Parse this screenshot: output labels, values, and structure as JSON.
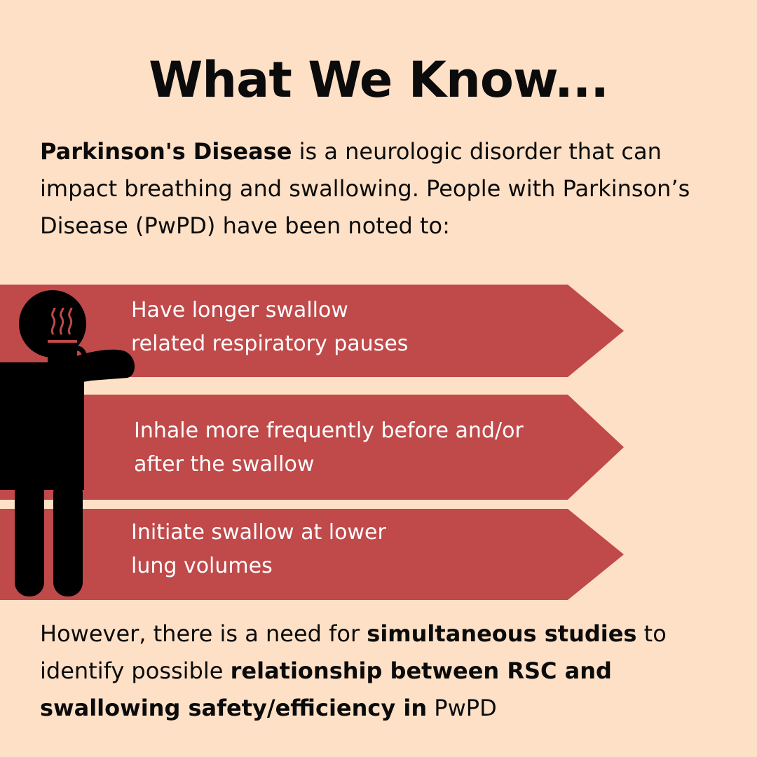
{
  "colors": {
    "background": "#FDE0C6",
    "arrow": "#C0494A",
    "text": "#0B0B0B",
    "arrow_text": "#FFFFFF",
    "figure": "#000000"
  },
  "title": "What We Know...",
  "intro": {
    "bold_term": "Parkinson's Disease",
    "text": " is a neurologic disorder that can impact breathing and swallowing. People with Parkinson’s Disease (PwPD) have been noted to:"
  },
  "findings": [
    {
      "line1": "Have longer swallow",
      "line2": "related respiratory pauses"
    },
    {
      "line1": "Inhale more frequently before and/or",
      "line2": "after the swallow"
    },
    {
      "line1": "Initiate swallow at lower",
      "line2": "lung volumes"
    }
  ],
  "conclusion": {
    "part1": "However, there is a need for ",
    "bold1": "simultaneous studies",
    "part2": " to identify possible ",
    "bold2": "relationship between RSC and swallowing safety/efficiency in",
    "part3": " PwPD"
  },
  "icons": {
    "figure": "person-drinking-hot-drink-icon"
  }
}
